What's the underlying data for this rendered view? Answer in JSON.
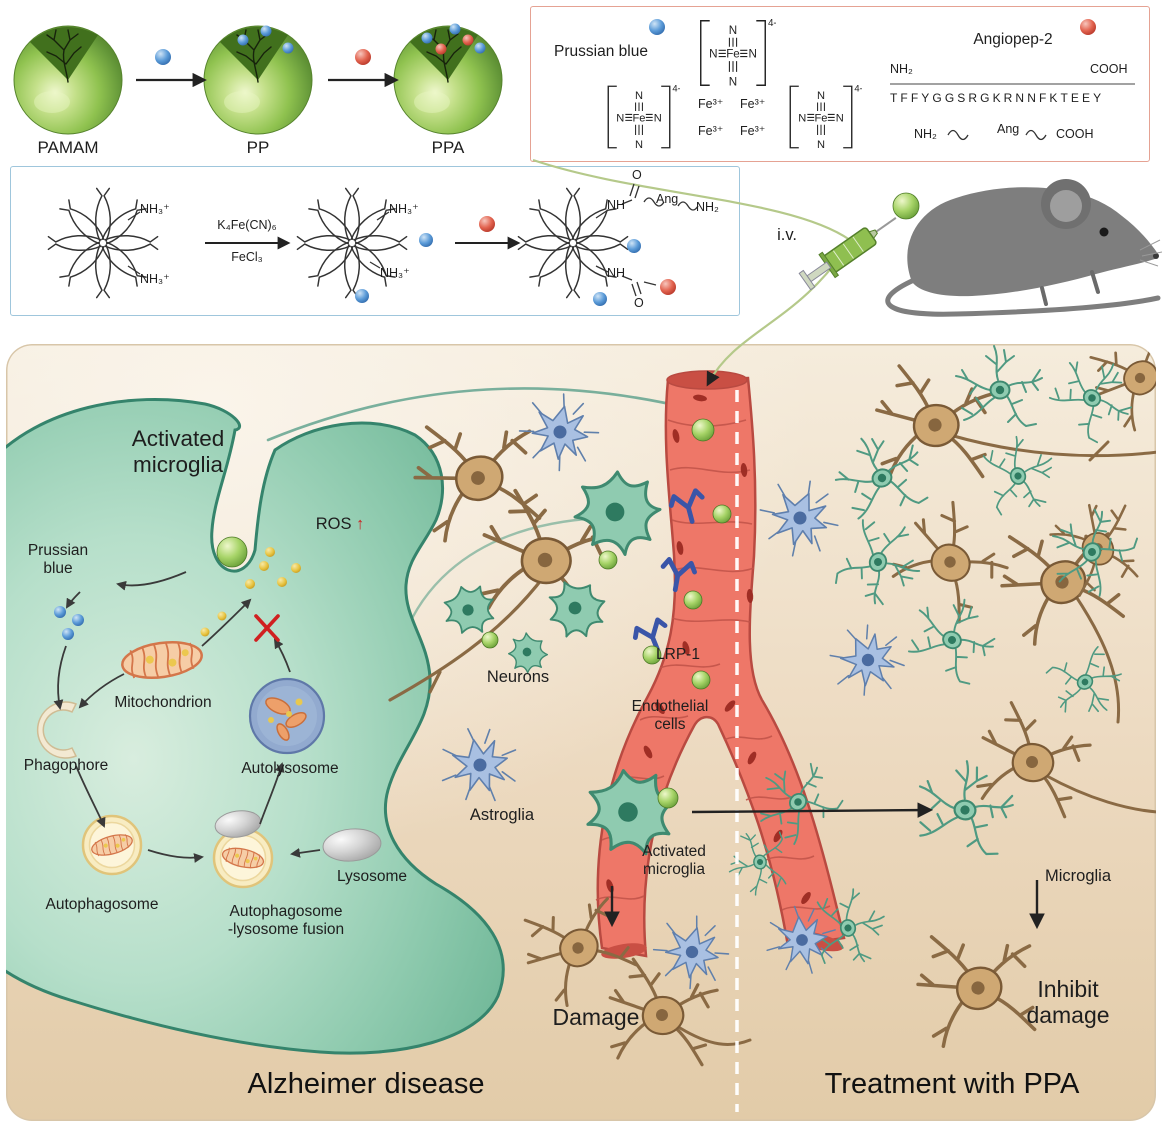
{
  "colors": {
    "accent_green": "#8fbf50",
    "teal_cell": "#7cc3a8",
    "vessel_red": "#ee7768",
    "prussian_blue": "#3f7fc4",
    "angiopep_red": "#e2634f",
    "panel_bg": "#ecd9bf"
  },
  "synthesis": {
    "pamam": "PAMAM",
    "pp": "PP",
    "ppa": "PPA"
  },
  "legend": {
    "prussian_blue": "Prussian blue",
    "angiopep": "Angiopep-2",
    "n": "N",
    "fe": "Fe",
    "charge": "4-",
    "fe3": "Fe³⁺",
    "nh2": "NH₂",
    "cooh": "COOH",
    "sequence": "TFFYGGSRGKRNNFKTEEY",
    "ang": "Ang"
  },
  "chemistry": {
    "nh3": "NH₃⁺",
    "reagent_top": "K₄Fe(CN)₆",
    "reagent_bottom": "FeCl₃",
    "nh": "NH",
    "o": "O",
    "ang": "Ang",
    "nh2": "NH₂"
  },
  "injection": {
    "iv": "i.v."
  },
  "microglia_cell": {
    "title": "Activated microglia",
    "prussian_blue": "Prussian blue",
    "ros": "ROS",
    "ros_arrow": "↑",
    "mitochondrion": "Mitochondrion",
    "phagophore": "Phagophore",
    "autophagosome": "Autophagosome",
    "fusion_line1": "Autophagosome",
    "fusion_line2": "-lysosome fusion",
    "lysosome": "Lysosome",
    "autolysosome": "Autolysosome"
  },
  "brain": {
    "neurons": "Neurons",
    "lrp1": "LRP-1",
    "endothelial": "Endothelial cells",
    "astroglia": "Astroglia",
    "activated_microglia": "Activated microglia",
    "microglia": "Microglia",
    "damage": "Damage",
    "inhibit_damage": "Inhibit damage"
  },
  "footer": {
    "left": "Alzheimer disease",
    "right": "Treatment with PPA"
  }
}
